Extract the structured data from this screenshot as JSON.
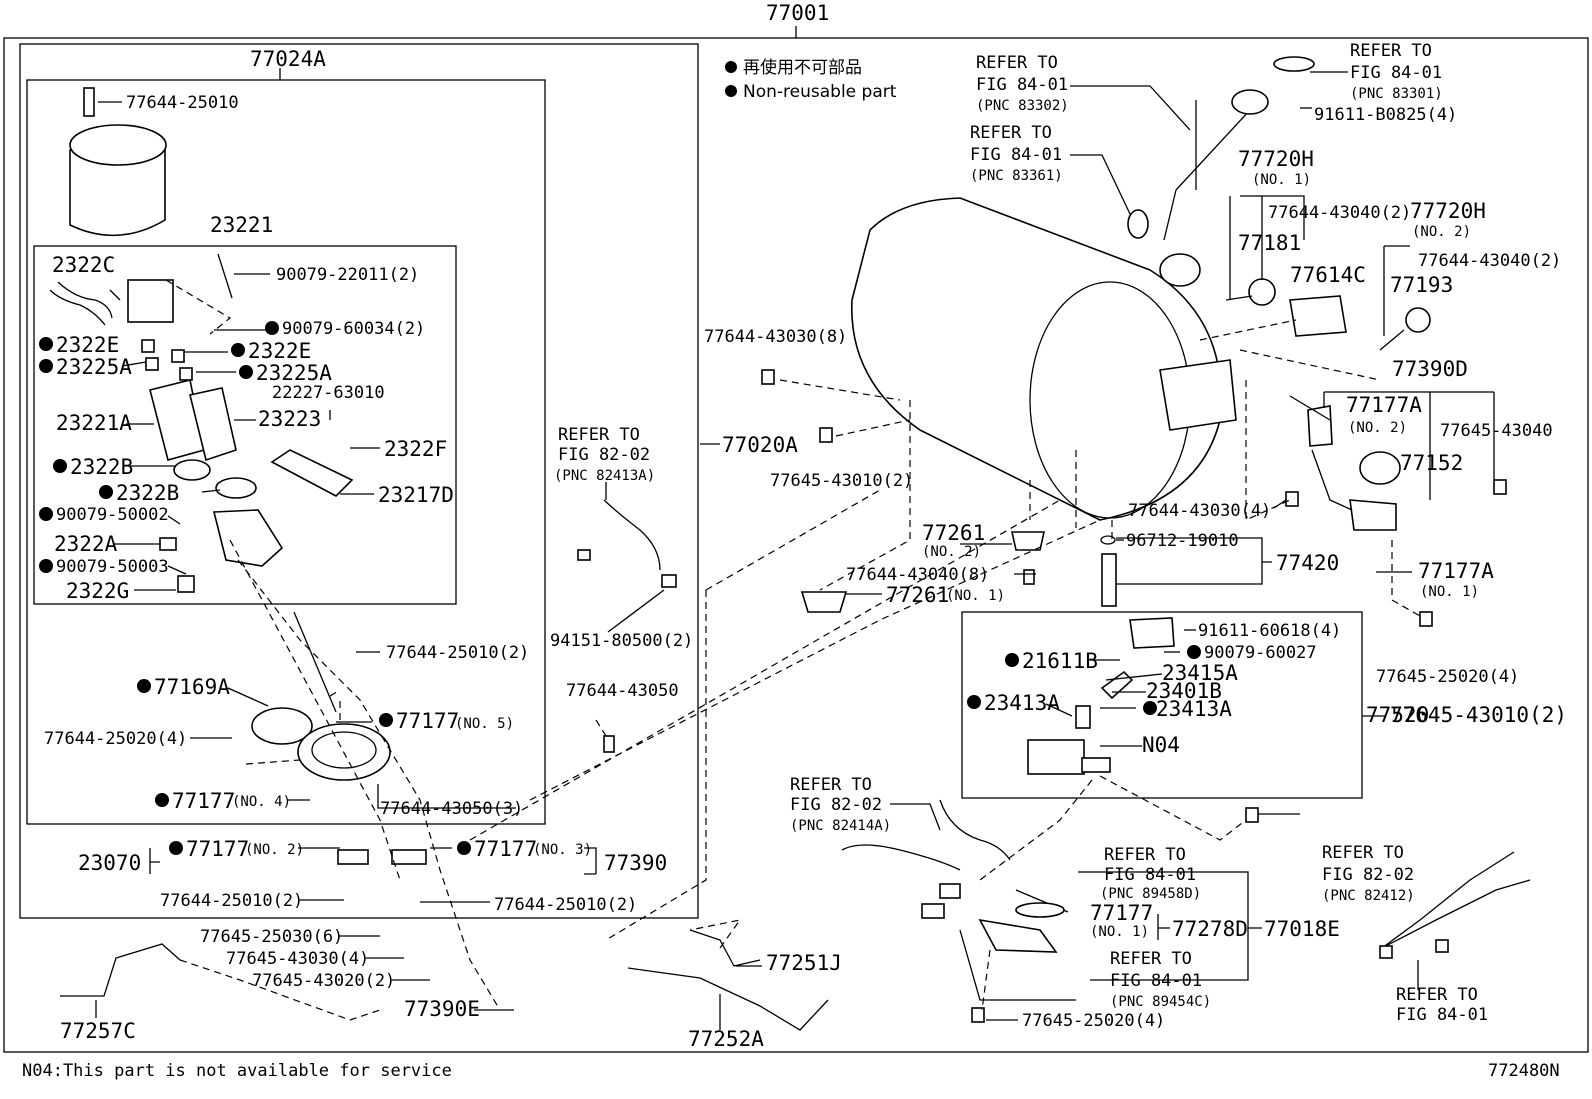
{
  "title_code": "77001",
  "legend": {
    "jp": "再使用不可部品",
    "en": "Non-reusable part"
  },
  "footer": {
    "note": "N04:This part is not available for service",
    "figure_code": "772480N"
  },
  "boxes": {
    "outer": "77024A",
    "inner": "23221",
    "valve": "77520"
  },
  "labels": {
    "l1": "77644-25010",
    "l2": "2322C",
    "l3": "90079-22011(2)",
    "l4": "90079-60034(2)",
    "l5": "2322E",
    "l6": "2322E",
    "l7": "23225A",
    "l8": "23225A",
    "l9": "22227-63010",
    "l10": "23221A",
    "l11": "23223",
    "l12": "2322F",
    "l13": "2322B",
    "l14": "2322B",
    "l15": "23217D",
    "l16": "90079-50002",
    "l17": "2322A",
    "l18": "90079-50003",
    "l19": "2322G",
    "l20": "77644-25010(2)",
    "l21": "77169A",
    "l22": "77177",
    "l23": "77644-25020(4)",
    "l24": "77177",
    "l25": "77644-43050(3)",
    "l26": "77177",
    "l27": "77177",
    "l28": "23070",
    "l29": "77390",
    "l30": "77644-25010(2)",
    "l31": "77644-25010(2)",
    "l32": "77645-25030(6)",
    "l33": "77645-43030(4)",
    "l34": "77645-43020(2)",
    "l35": "77390E",
    "l36": "77257C",
    "l37": "REFER TO",
    "l38": "FIG 82-02",
    "l39": "(PNC 82413A)",
    "l40": "77020A",
    "l41": "94151-80500(2)",
    "l42": "77644-43050",
    "l43": "77644-43030(8)",
    "l44": "77645-43010(2)",
    "l45": "REFER TO",
    "l46": "FIG 84-01",
    "l47": "(PNC 83302)",
    "l48": "REFER TO",
    "l49": "FIG 84-01",
    "l50": "(PNC 83361)",
    "l51": "REFER TO",
    "l52": "FIG 84-01",
    "l53": "(PNC 83301)",
    "l54": "91611-B0825(4)",
    "l55": "77720H",
    "l56": "77644-43040(2)",
    "l57": "77181",
    "l58": "77614C",
    "l59": "77720H",
    "l60": "77644-43040(2)",
    "l61": "77193",
    "l62": "77390D",
    "l63": "77177A",
    "l64": "77645-43040",
    "l65": "77152",
    "l66": "77644-43030(4)",
    "l67": "96712-19010",
    "l68": "77420",
    "l69": "77261",
    "l70": "77644-43040(8)",
    "l71": "77261",
    "l72": "77177A",
    "l73": "77645-25020(4)",
    "l74": "91611-60618(4)",
    "l75": "90079-60027",
    "l76": "21611B",
    "l77": "23415A",
    "l78": "23401B",
    "l79": "23413A",
    "l80": "23413A",
    "l81": "N04",
    "l82": "77645-43010(2)",
    "l83": "REFER TO",
    "l84": "FIG 82-02",
    "l85": "(PNC 82414A)",
    "l86": "REFER TO",
    "l87": "FIG 84-01",
    "l88": "(PNC 89458D)",
    "l89": "77177",
    "l90": "77278D",
    "l91": "77018E",
    "l92": "REFER TO",
    "l93": "FIG 84-01",
    "l94": "(PNC 89454C)",
    "l95": "77645-25020(4)",
    "l96": "77251J",
    "l97": "77252A",
    "l98": "REFER TO",
    "l99": "FIG 82-02",
    "l100": "(PNC 82412)",
    "l101": "REFER TO",
    "l102": "FIG 84-01"
  },
  "subnotes": {
    "no1": "(NO. 1)",
    "no2": "(NO. 2)",
    "no3": "(NO. 3)",
    "no4": "(NO. 4)",
    "no5": "(NO. 5)"
  }
}
